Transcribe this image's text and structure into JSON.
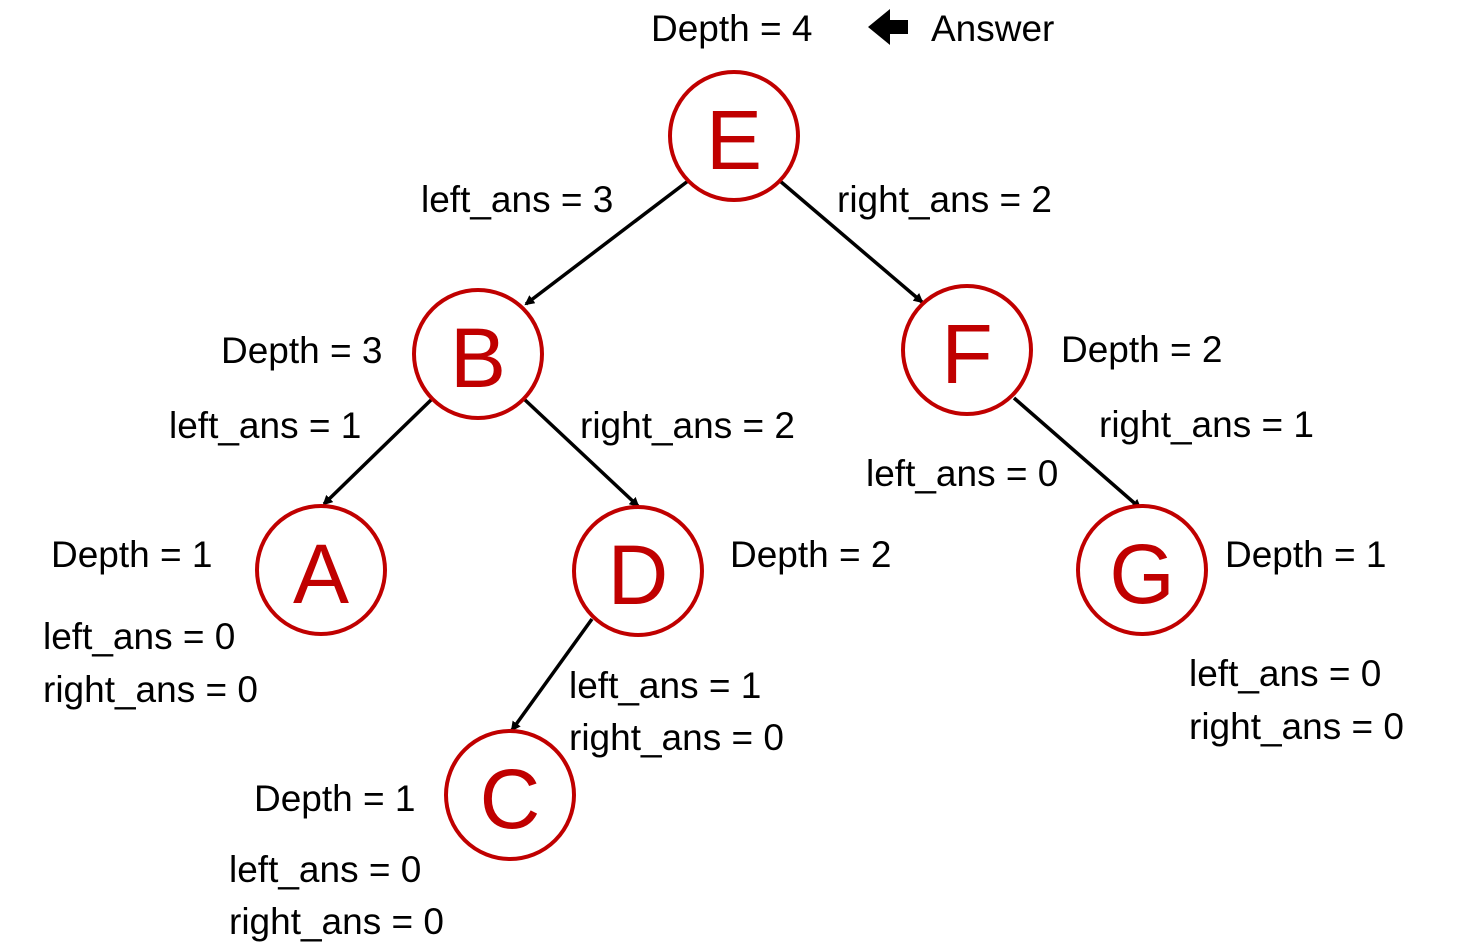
{
  "colors": {
    "node": "#c00000",
    "text": "#000000",
    "edge": "#000000"
  },
  "answer_note": {
    "depth": "Depth = 4",
    "icon": "left-arrow-icon",
    "label": "Answer"
  },
  "nodes": {
    "E": {
      "letter": "E"
    },
    "B": {
      "letter": "B",
      "depth": "Depth = 3"
    },
    "F": {
      "letter": "F",
      "depth": "Depth = 2"
    },
    "A": {
      "letter": "A",
      "depth": "Depth = 1",
      "left": "left_ans = 0",
      "right": "right_ans = 0"
    },
    "D": {
      "letter": "D",
      "depth": "Depth = 2"
    },
    "G": {
      "letter": "G",
      "depth": "Depth = 1",
      "left": "left_ans = 0",
      "right": "right_ans = 0"
    },
    "C": {
      "letter": "C",
      "depth": "Depth = 1",
      "left": "left_ans = 0",
      "right": "right_ans = 0"
    }
  },
  "edges": {
    "E_B": "left_ans = 3",
    "E_F": "right_ans = 2",
    "B_A": "left_ans = 1",
    "B_D": "right_ans = 2",
    "F_left": "left_ans = 0",
    "F_G": "right_ans = 1",
    "D_left": "left_ans = 1",
    "D_right": "right_ans = 0"
  }
}
